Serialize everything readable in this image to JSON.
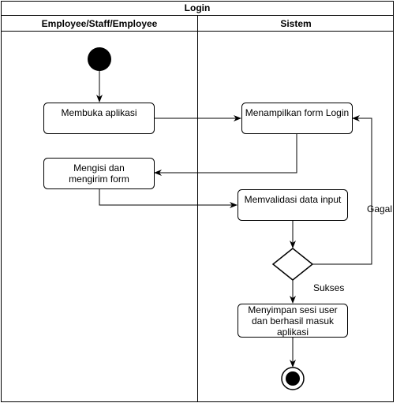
{
  "diagram": {
    "title": "Login",
    "lanes": {
      "left": "Employee/Staff/Employee",
      "right": "Sistem"
    },
    "actions": {
      "open_app": "Membuka aplikasi",
      "fill_form": "Mengisi dan mengirim form",
      "show_form": "Menampilkan form Login",
      "validate": "Memvalidasi data input",
      "save_session": "Menyimpan sesi user dan berhasil masuk aplikasi"
    },
    "edge_labels": {
      "fail": "Gagal",
      "success": "Sukses"
    }
  }
}
